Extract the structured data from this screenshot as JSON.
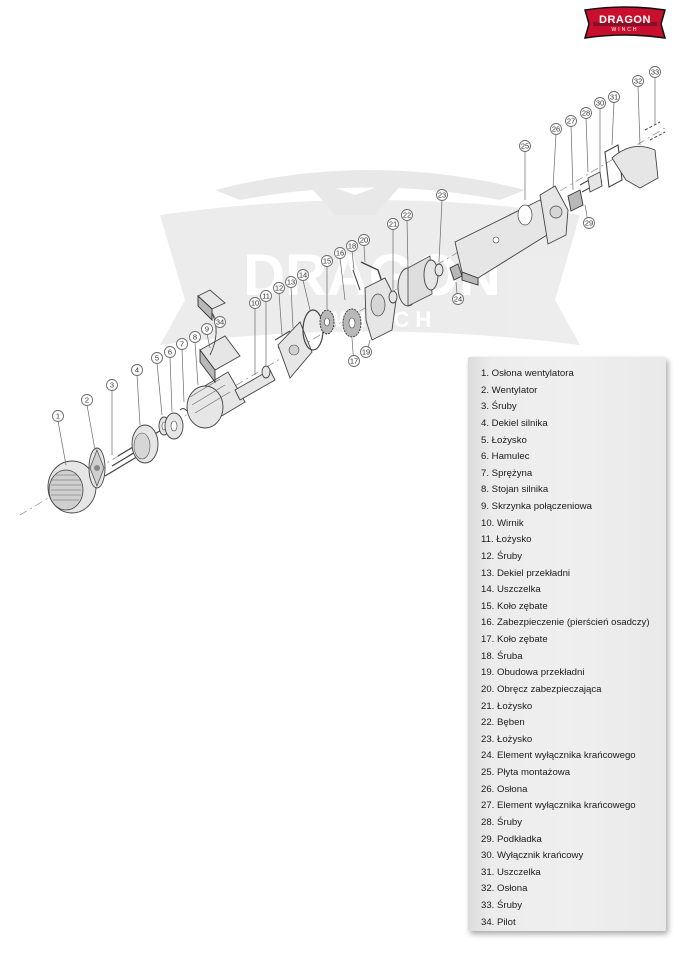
{
  "logo": {
    "text": "DRAGON",
    "sub": "WINCH",
    "color": "#c8102e"
  },
  "watermark": {
    "text": "DRAGON",
    "sub": "WINCH"
  },
  "legend": {
    "items": [
      "1. Osłona wentylatora",
      "2. Wentylator",
      "3. Śruby",
      "4. Dekiel silnika",
      "5. Łożysko",
      "6. Hamulec",
      "7. Sprężyna",
      "8. Stojan silnika",
      "9. Skrzynka połączeniowa",
      "10. Wirnik",
      "11. Łożysko",
      "12. Śruby",
      "13. Dekiel przekładni",
      "14. Uszczelka",
      "15. Koło zębate",
      "16. Zabezpieczenie (pierścień osadczy)",
      "17. Koło zębate",
      "18. Śruba",
      "19. Obudowa przekładni",
      "20. Obręcz zabezpieczająca",
      "21. Łożysko",
      "22. Bęben",
      "23. Łożysko",
      "24. Element wyłącznika krańcowego",
      "25. Płyta montażowa",
      "26. Osłona",
      "27. Element wyłącznika krańcowego",
      "28. Śruby",
      "29. Podkładka",
      "30. Wyłącznik krańcowy",
      "31. Uszczelka",
      "32. Osłona",
      "33. Śruby",
      "34. Pilot"
    ]
  },
  "callouts": [
    "1",
    "2",
    "3",
    "4",
    "5",
    "6",
    "7",
    "8",
    "9",
    "10",
    "11",
    "12",
    "13",
    "14",
    "15",
    "16",
    "17",
    "18",
    "19",
    "20",
    "21",
    "22",
    "23",
    "24",
    "25",
    "26",
    "27",
    "28",
    "29",
    "30",
    "31",
    "32",
    "33",
    "34"
  ]
}
